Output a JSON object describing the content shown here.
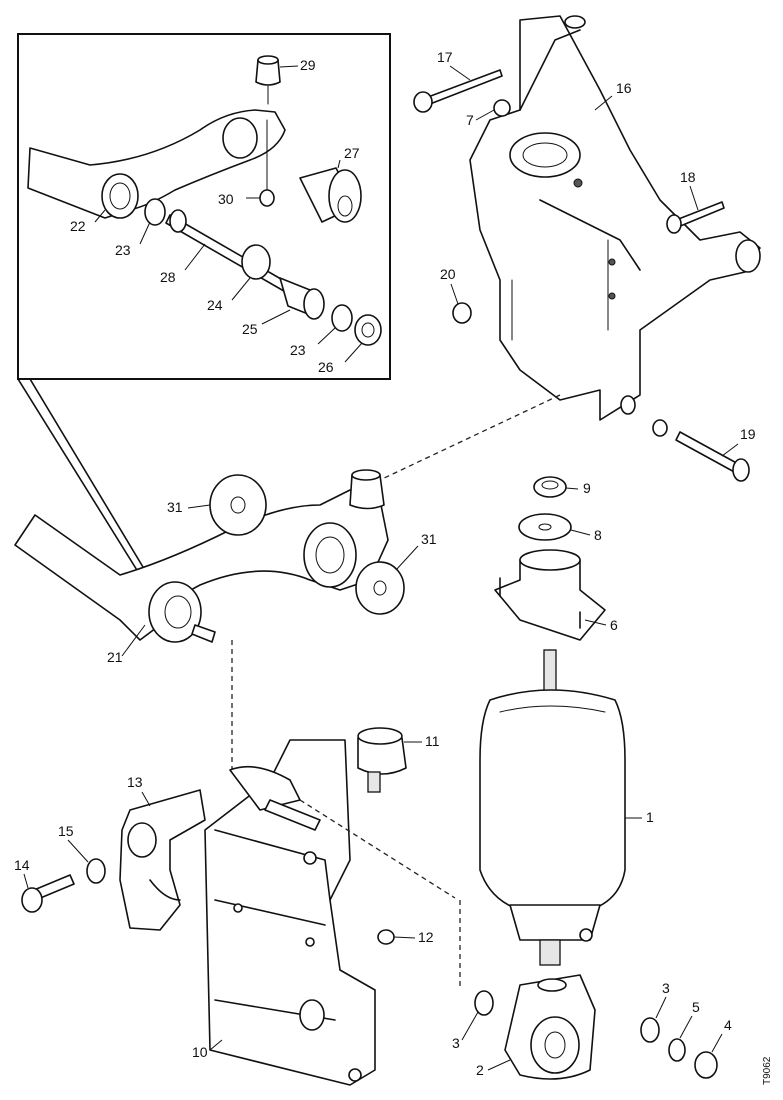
{
  "callouts": {
    "c1": "1",
    "c2": "2",
    "c3": "3",
    "c3b": "3",
    "c4": "4",
    "c5": "5",
    "c6": "6",
    "c7": "7",
    "c8": "8",
    "c9": "9",
    "c10": "10",
    "c11": "11",
    "c12": "12",
    "c13": "13",
    "c14": "14",
    "c15": "15",
    "c16": "16",
    "c17": "17",
    "c18": "18",
    "c19": "19",
    "c20": "20",
    "c21": "21",
    "c22": "22",
    "c23a": "23",
    "c23b": "23",
    "c24": "24",
    "c25": "25",
    "c26": "26",
    "c27": "27",
    "c28": "28",
    "c29": "29",
    "c30": "30",
    "c31a": "31",
    "c31b": "31"
  },
  "ref_code": "T9062"
}
